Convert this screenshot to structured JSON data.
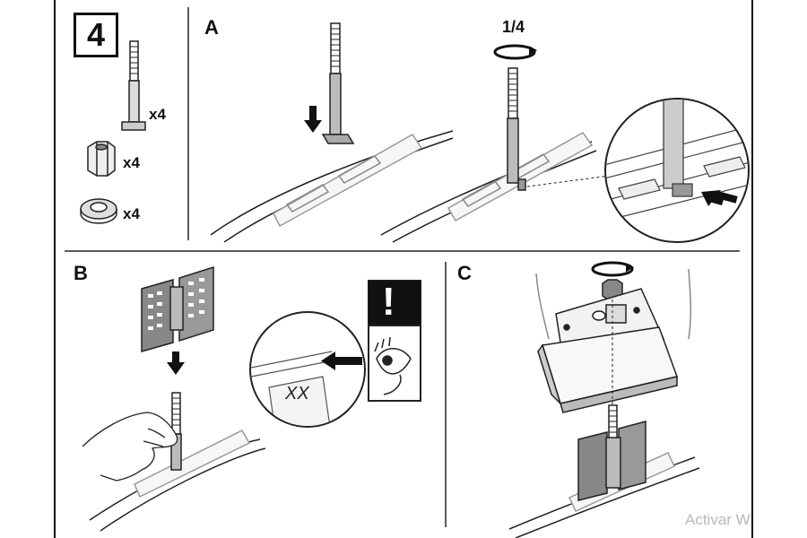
{
  "step": {
    "number": "4"
  },
  "parts": {
    "bolt_qty": "x4",
    "nut_qty": "x4",
    "washer_qty": "x4"
  },
  "panels": {
    "a_label": "A",
    "b_label": "B",
    "c_label": "C"
  },
  "rotation": {
    "fraction": "1/4"
  },
  "warning": {
    "symbol": "!"
  },
  "marks": {
    "crossed": "XX"
  },
  "watermark": {
    "text": "Activar W"
  }
}
